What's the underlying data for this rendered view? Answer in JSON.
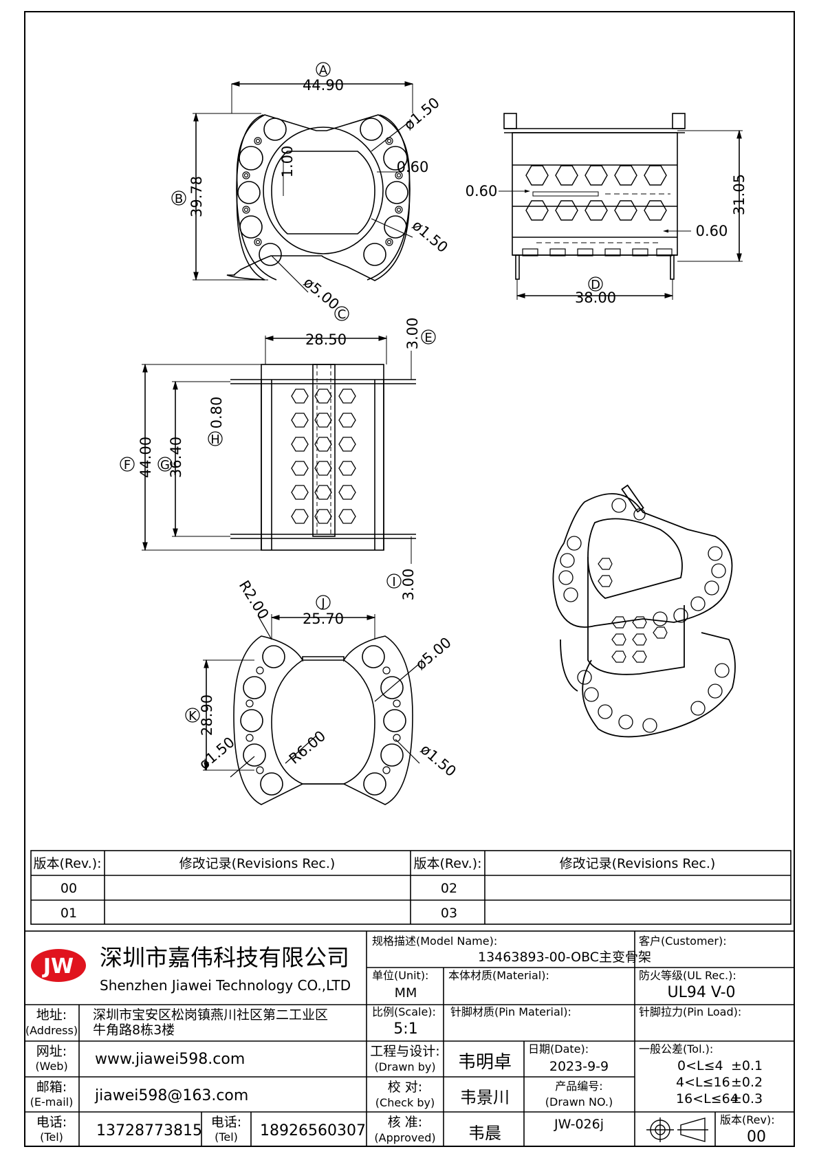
{
  "drawing": {
    "views": {
      "top": {
        "dims": {
          "A": "44.90",
          "B": "39.78",
          "C": "5.00",
          "d1": "1.50",
          "d2": "0.60",
          "d3": "1.50",
          "d4": "1.00"
        },
        "labels": {
          "A": "A",
          "B": "B",
          "C": "C"
        }
      },
      "side": {
        "dims": {
          "width": "38.00",
          "height": "31.05",
          "left_gap": "0.60",
          "right_gap": "0.60"
        },
        "labels": {
          "D": "D"
        }
      },
      "front": {
        "dims": {
          "width": "28.50",
          "top_step": "3.00",
          "height": "44.00",
          "inner": "36.40",
          "wall": "0.80",
          "bottom_step": "3.00"
        },
        "labels": {
          "E": "E",
          "F": "F",
          "G": "G",
          "H": "H",
          "I": "I"
        }
      },
      "bottom": {
        "dims": {
          "width": "25.70",
          "radius_small": "R2.00",
          "hole": "5.00",
          "height": "28.90",
          "radius_inner": "R6.00",
          "pin_left": "1.50",
          "pin_right": "1.50"
        },
        "labels": {
          "J": "J",
          "K": "K"
        }
      }
    },
    "diameter_symbol": "ø"
  },
  "revisions": {
    "header_rev": "版本(Rev.):",
    "header_rec": "修改记录(Revisions Rec.)",
    "rows_left": [
      "00",
      "01"
    ],
    "rows_right": [
      "02",
      "03"
    ]
  },
  "title_block": {
    "logo": "JW",
    "company_cn": "深圳市嘉伟科技有限公司",
    "company_en": "Shenzhen Jiawei Technology CO.,LTD",
    "address_label": "地址:",
    "address_label_en": "(Address)",
    "address_line1": "深圳市宝安区松岗镇燕川社区第二工业区",
    "address_line2": "牛角路8栋3楼",
    "web_label": "网址:",
    "web_label_en": "(Web)",
    "web": "www.jiawei598.com",
    "email_label": "邮箱:",
    "email_label_en": "(E-mail)",
    "email": "jiawei598@163.com",
    "tel_label": "电话:",
    "tel_label_en": "(Tel)",
    "tel1": "13728773815",
    "tel2": "18926560307",
    "model_label": "规格描述(Model Name):",
    "model": "13463893-00-OBC主变骨架",
    "customer_label": "客户(Customer):",
    "unit_label": "单位(Unit):",
    "unit": "MM",
    "material_label": "本体材质(Material):",
    "ul_label": "防火等级(UL Rec.):",
    "ul": "UL94 V-0",
    "scale_label": "比例(Scale):",
    "scale": "5:1",
    "pin_material_label": "针脚材质(Pin Material):",
    "pin_load_label": "针脚拉力(Pin Load):",
    "drawn_label": "工程与设计:",
    "drawn_label_en": "(Drawn by)",
    "drawn_by": "韦明卓",
    "date_label": "日期(Date):",
    "date": "2023-9-9",
    "tol_label": "一般公差(Tol.):",
    "tol_rows": [
      {
        "range": "0<L≤4",
        "tol": "±0.1"
      },
      {
        "range": "4<L≤16",
        "tol": "±0.2"
      },
      {
        "range": "16<L≤64",
        "tol": "±0.3"
      }
    ],
    "check_label": "校  对:",
    "check_label_en": "(Check by)",
    "checked_by": "韦景川",
    "drawing_no_label": "产品编号:",
    "drawing_no_label_en": "(Drawn NO.)",
    "drawing_no": "JW-026j",
    "approve_label": "核  准:",
    "approve_label_en": "(Approved)",
    "approved_by": "韦晨",
    "rev_label": "版本(Rev):",
    "rev": "00"
  }
}
